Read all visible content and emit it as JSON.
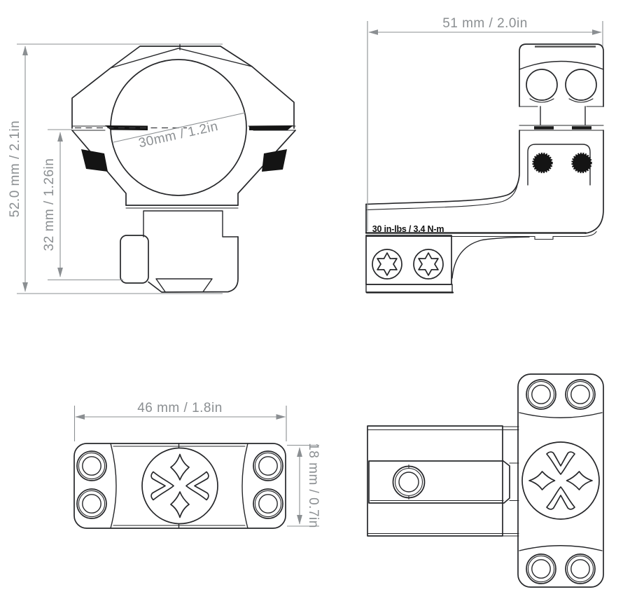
{
  "front_view": {
    "overall_height": "52.0 mm / 2.1in",
    "saddle_height": "32 mm / 1.26in",
    "ring_diameter": "30mm / 1.2in"
  },
  "side_view": {
    "overall_length": "51 mm / 2.0in",
    "torque_spec": "30 in-lbs / 3.4 N-m"
  },
  "top_view_cap": {
    "length": "46 mm / 1.8in",
    "width": "18 mm / 0.7in"
  },
  "icons": {
    "brand_logo": "four-point-compass-star",
    "torx_screw": "six-point-star-screw-head"
  },
  "colors": {
    "background": "#ffffff",
    "line": "#26272a",
    "dimension": "#8b8f92",
    "torque_text": "#111111",
    "screw_fill": "#141414"
  }
}
